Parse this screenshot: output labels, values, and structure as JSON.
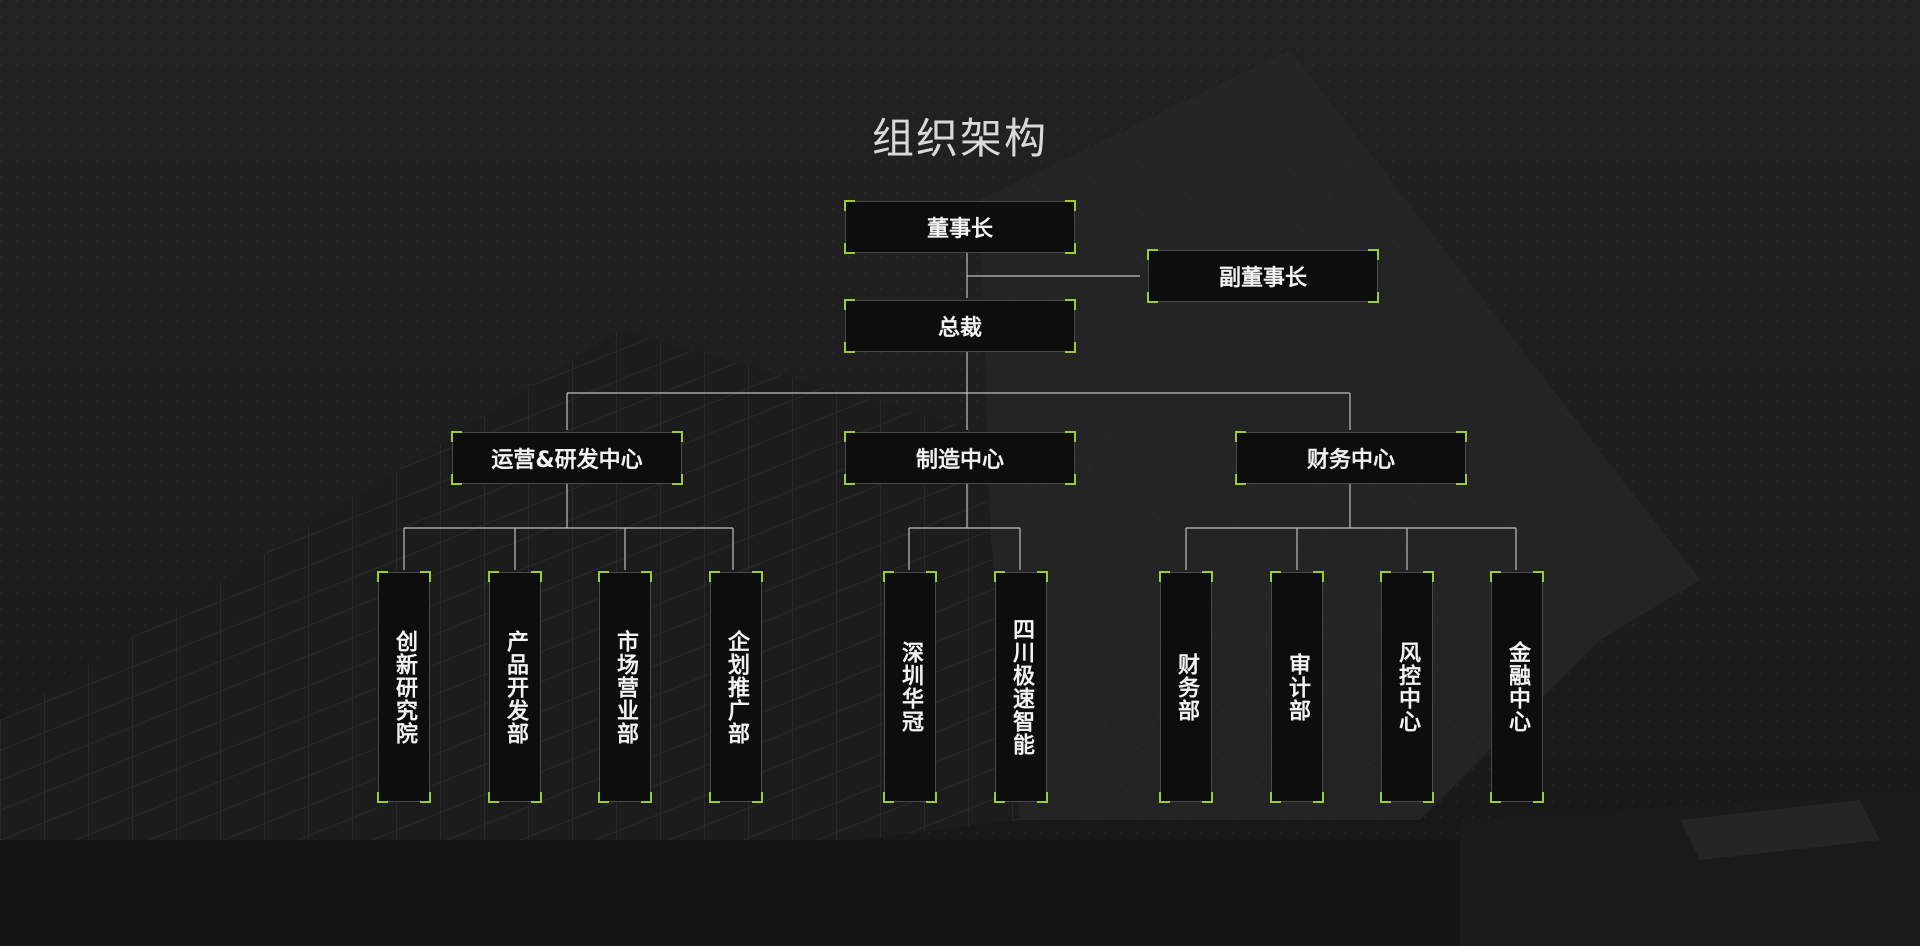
{
  "title": "组织架构",
  "colors": {
    "accent": "#9acd32",
    "background": "#1f1f1f",
    "box_fill": "#0c0c0c",
    "line": "#bfbfbf"
  },
  "chart_data": {
    "type": "org-chart",
    "root": {
      "label": "董事长",
      "deputy": "副董事长",
      "children": [
        {
          "label": "总裁",
          "children": [
            {
              "label": "运营&研发中心",
              "children": [
                "创新研究院",
                "产品开发部",
                "市场营业部",
                "企划推广部"
              ]
            },
            {
              "label": "制造中心",
              "children": [
                "深圳华冠",
                "四川极速智能"
              ]
            },
            {
              "label": "财务中心",
              "children": [
                "财务部",
                "审计部",
                "风控中心",
                "金融中心"
              ]
            }
          ]
        }
      ]
    }
  },
  "nodes": {
    "chairman": "董事长",
    "vice_chairman": "副董事长",
    "president": "总裁",
    "ops_rd_center": "运营&研发中心",
    "manufacturing_center": "制造中心",
    "finance_center": "财务中心",
    "innovation_institute": "创新研究院",
    "product_dev": "产品开发部",
    "marketing_sales": "市场营业部",
    "planning_promotion": "企划推广部",
    "shenzhen_huaguan": "深圳华冠",
    "sichuan_jisu": "四川极速智能",
    "finance_dept": "财务部",
    "audit_dept": "审计部",
    "risk_center": "风控中心",
    "financial_center": "金融中心"
  }
}
